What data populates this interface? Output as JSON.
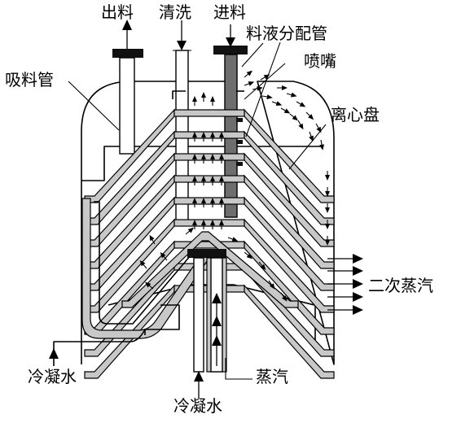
{
  "labels": {
    "outlet": "出料",
    "wash": "清洗",
    "inlet": "进料",
    "distributor": "料液分配管",
    "nozzle": "喷嘴",
    "suction_tube": "吸料管",
    "centrifugal_disc": "离心盘",
    "secondary_steam": "二次蒸汽",
    "steam": "蒸汽",
    "cooling_water_left": "冷凝水",
    "cooling_water_bottom": "冷凝水"
  }
}
